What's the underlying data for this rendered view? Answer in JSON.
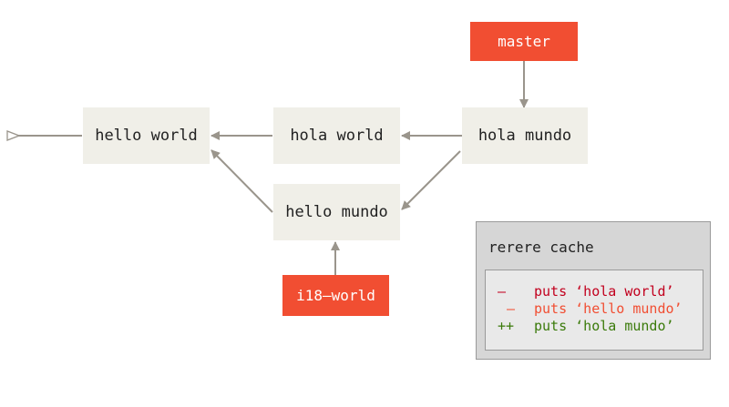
{
  "colors": {
    "node_bg": "#f0efe8",
    "ref_bg": "#f14e32",
    "arrow": "#9a958c",
    "removed_dark": "#c2001e",
    "removed_light": "#f14e32",
    "added": "#3a7a0a"
  },
  "commits": {
    "hello_world": "hello world",
    "hola_world": "hola world",
    "hola_mundo": "hola mundo",
    "hello_mundo": "hello mundo"
  },
  "refs": {
    "master": "master",
    "i18_world": "i18—world"
  },
  "rerere_cache": {
    "title": "rerere cache",
    "lines": [
      {
        "marker": "–",
        "text": "puts ‘hola world’",
        "kind": "removed"
      },
      {
        "marker": "–",
        "text": "puts ‘hello mundo’",
        "kind": "removed-alt"
      },
      {
        "marker": "++",
        "text": "puts ‘hola mundo’",
        "kind": "added"
      }
    ]
  }
}
